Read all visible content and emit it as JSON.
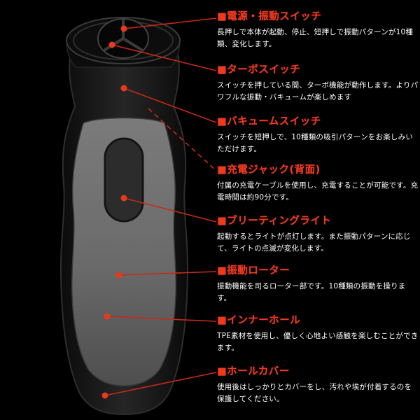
{
  "colors": {
    "background": "#000000",
    "accent": "#f03a1e",
    "leader_line": "#c62b14",
    "dot": "#e8391d",
    "body_text": "#ffffff"
  },
  "device": {
    "name": "vacuum-vibration-cup",
    "parts": [
      "power-vibration-switch",
      "turbo-switch",
      "vacuum-switch",
      "charge-jack-rear",
      "breathing-light",
      "vibration-rotor",
      "inner-hole",
      "hole-cover"
    ]
  },
  "callouts": {
    "items": [
      {
        "id": "power-vibration-switch",
        "title": "■電源・振動スイッチ",
        "description": "長押しで本体が起動、停止、短押しで振動パターンが10種類、変化します。"
      },
      {
        "id": "turbo-switch",
        "title": "■ターボスイッチ",
        "description": "スイッチを押している間、ターボ機能が動作します。よりパワフルな振動・バキュームが楽しめます"
      },
      {
        "id": "vacuum-switch",
        "title": "■バキュームスイッチ",
        "description": "スイッチを短押しで、10種類の吸引パターンをお楽しみいただけます。"
      },
      {
        "id": "charge-jack",
        "title": "■充電ジャック(背面)",
        "description": "付属の充電ケーブルを使用し、充電することが可能です。充電時間は約90分です。"
      },
      {
        "id": "breathing-light",
        "title": "■ブリーティングライト",
        "description": "起動するとライトが点灯します。また振動パターンに応じて、ライトの点滅が変化します。"
      },
      {
        "id": "vibration-rotor",
        "title": "■振動ローター",
        "description": "振動機能を司るローター部です。10種類の振動を操ります。"
      },
      {
        "id": "inner-hole",
        "title": "■インナーホール",
        "description": "TPE素材を使用し、優しく心地よい感触を楽しむことができます。"
      },
      {
        "id": "hole-cover",
        "title": "■ホールカバー",
        "description": "使用後はしっかりとカバーをし、汚れや埃が付着するのを保護してください。"
      }
    ]
  }
}
